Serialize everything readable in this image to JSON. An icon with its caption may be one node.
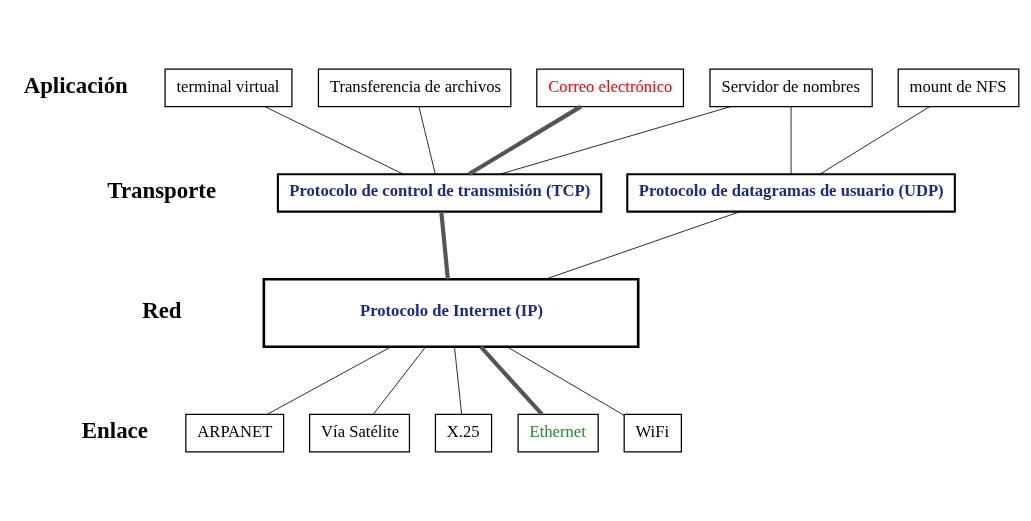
{
  "diagram": {
    "nodes": [
      {
        "text": [
          "terminal virtual"
        ]
      },
      {
        "text": [
          "Transferencia de archivos"
        ]
      },
      {
        "text": [
          "Correo electrónico"
        ]
      },
      {
        "text": [
          "Servidor de nombres"
        ]
      },
      {
        "text": [
          "mount de NFS"
        ]
      },
      {
        "text": [
          "Protocolo de control de transmisión (TCP)"
        ]
      },
      {
        "text": [
          "Protocolo de datagramas de usuario (UDP)"
        ]
      },
      {
        "text": [
          "Protocolo de Internet (IP)"
        ]
      },
      {
        "text": [
          "ARPANET"
        ]
      },
      {
        "text": [
          "Vía Satélite"
        ]
      },
      {
        "text": [
          "X.25"
        ]
      },
      {
        "text": [
          "Ethernet"
        ]
      },
      {
        "text": [
          "WiFi"
        ]
      }
    ],
    "edges": [
      {
        "from": 0,
        "to": 5,
        "arrow": "none"
      },
      {
        "from": 1,
        "to": 5,
        "arrow": "none"
      },
      {
        "from": 2,
        "to": 5,
        "arrow": "none",
        "style": "thick"
      },
      {
        "from": 3,
        "to": 5,
        "arrow": "none"
      },
      {
        "from": 3,
        "to": 6,
        "arrow": "none"
      },
      {
        "from": 4,
        "to": 6,
        "arrow": "none"
      },
      {
        "from": 5,
        "to": 7,
        "arrow": "none",
        "style": "thick"
      },
      {
        "from": 6,
        "to": 7,
        "arrow": "none"
      },
      {
        "from": 7,
        "to": 8,
        "arrow": "none"
      },
      {
        "from": 7,
        "to": 9,
        "arrow": "none"
      },
      {
        "from": 7,
        "to": 10,
        "arrow": "none"
      },
      {
        "from": 7,
        "to": 11,
        "arrow": "none",
        "style": "thick"
      },
      {
        "from": 7,
        "to": 12,
        "arrow": "none"
      }
    ],
    "labels": [
      "Aplicación",
      "Transporte",
      "Red",
      "Enlace"
    ]
  }
}
